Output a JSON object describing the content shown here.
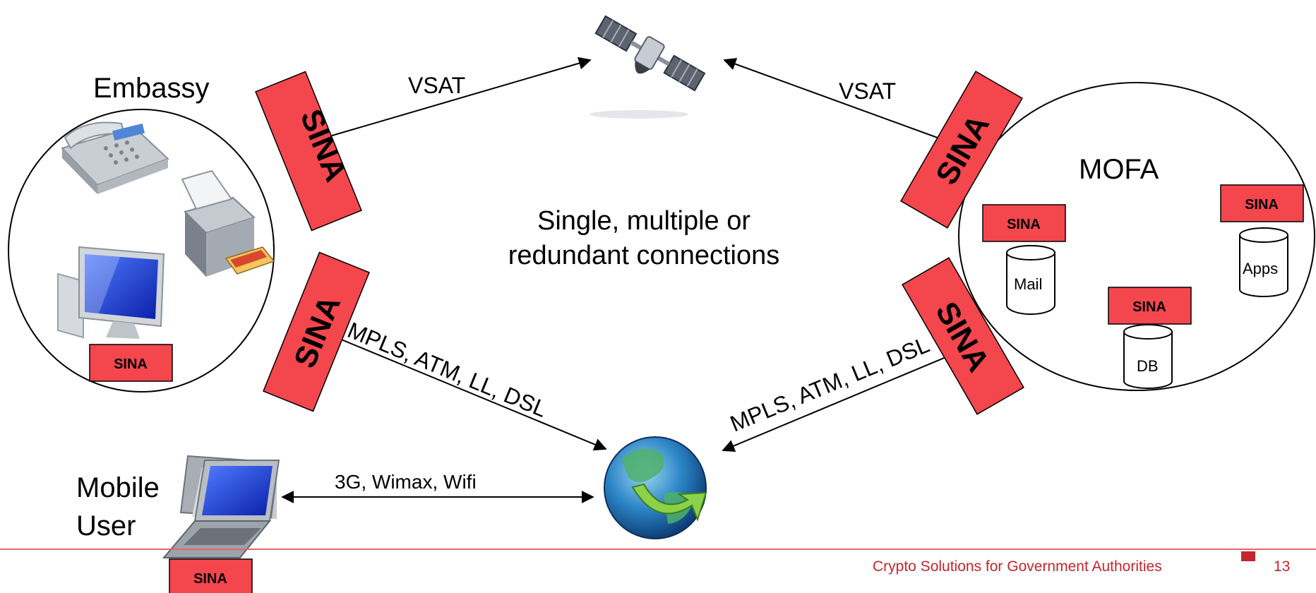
{
  "nodes": {
    "embassy": "Embassy",
    "mofa": "MOFA",
    "mobile_user_line1": "Mobile",
    "mobile_user_line2": "User",
    "mail": "Mail",
    "db": "DB",
    "apps": "Apps"
  },
  "links": {
    "vsat_left": "VSAT",
    "vsat_right": "VSAT",
    "mpls_left": "MPLS, ATM, LL, DSL",
    "mpls_right": "MPLS, ATM, LL, DSL",
    "wireless": "3G, Wimax, Wifi"
  },
  "center_note": {
    "line1": "Single, multiple or",
    "line2": "redundant connections"
  },
  "sina_label": "SINA",
  "footer": {
    "title": "Crypto Solutions for Government Authorities",
    "page_number": "13"
  },
  "colors": {
    "sina_fill": "#f4464d",
    "footer_accent": "#c4262e"
  },
  "icons": [
    "satellite-icon",
    "telephone-icon",
    "printer-icon",
    "desktop-computer-icon",
    "laptop-icon",
    "globe-icon",
    "database-icon"
  ]
}
